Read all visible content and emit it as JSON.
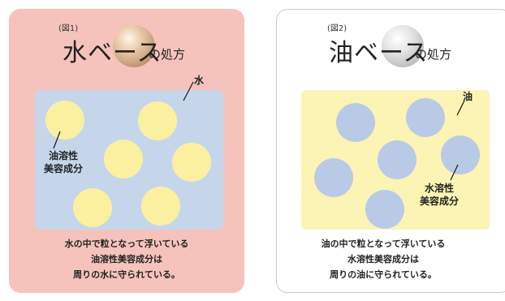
{
  "left": {
    "fig_label": "(図1)",
    "title_main": "水ベース",
    "title_suffix": "の処方",
    "medium_label": "水",
    "particle_label": [
      "油溶性",
      "美容成分"
    ],
    "caption": [
      "水の中で粒となって浮いている",
      "油溶性美容成分は",
      "周りの水に守られている。"
    ],
    "box_color": "#c6d6ea",
    "particle_color": "#fbf0a0",
    "panel_color": "#f6c3bc"
  },
  "right": {
    "fig_label": "(図2)",
    "title_main": "油ベース",
    "title_suffix": "の処方",
    "medium_label": "油",
    "particle_label": [
      "水溶性",
      "美容成分"
    ],
    "caption": [
      "油の中で粒となって浮いている",
      "水溶性美容成分は",
      "周りの油に守られている。"
    ],
    "box_color": "#fbf4b5",
    "particle_color": "#b9cae6",
    "panel_color": "#ffffff"
  }
}
